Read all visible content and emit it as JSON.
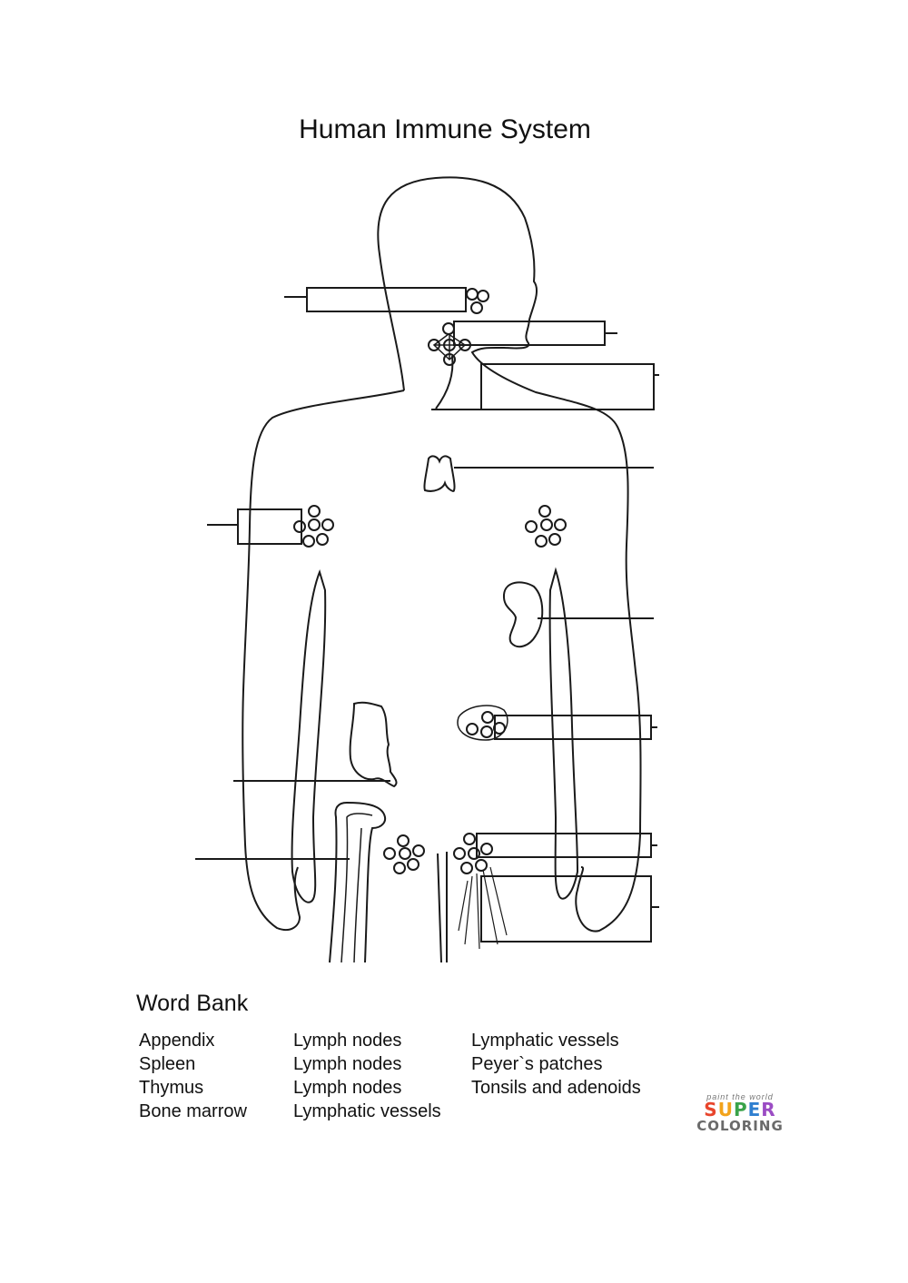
{
  "title": "Human Immune System",
  "word_bank": {
    "heading": "Word Bank",
    "columns": [
      [
        "Appendix",
        "Spleen",
        "Thymus",
        "Bone marrow"
      ],
      [
        "Lymph nodes",
        "Lymph nodes",
        "Lymph nodes",
        "Lymphatic vessels"
      ],
      [
        "Lymphatic vessels",
        "Peyer`s patches",
        "Tonsils and adenoids"
      ]
    ]
  },
  "logo": {
    "tagline": "paint the world",
    "word1": "SUPER",
    "word2": "COLORING"
  },
  "label_boxes": [
    {
      "id": "label-box-1",
      "answer": ""
    },
    {
      "id": "label-box-2",
      "answer": ""
    },
    {
      "id": "label-box-3",
      "answer": ""
    },
    {
      "id": "label-box-4",
      "answer": ""
    },
    {
      "id": "label-box-5",
      "answer": ""
    },
    {
      "id": "label-box-6",
      "answer": ""
    },
    {
      "id": "label-box-7",
      "answer": ""
    },
    {
      "id": "label-box-8",
      "answer": ""
    },
    {
      "id": "label-box-9",
      "answer": ""
    },
    {
      "id": "label-box-10",
      "answer": ""
    },
    {
      "id": "label-box-11",
      "answer": ""
    },
    {
      "id": "label-box-12",
      "answer": ""
    }
  ],
  "colors": {
    "line": "#1a1a1a",
    "background": "#ffffff"
  }
}
